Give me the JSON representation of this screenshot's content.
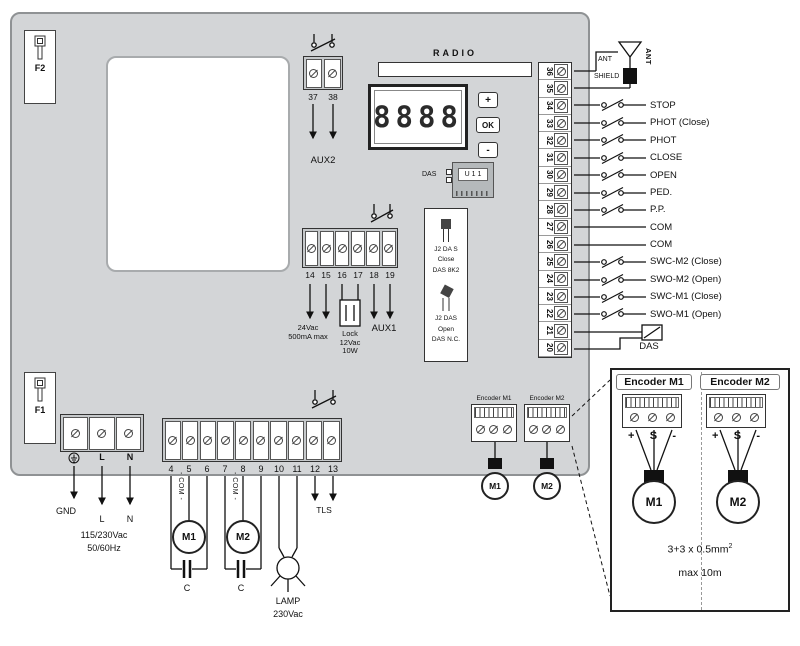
{
  "colors": {
    "board_fill": "#d3d5d7",
    "wire": "#111111"
  },
  "board": {
    "f2": "F2",
    "f1": "F1",
    "radio": "RADIO",
    "display": "8888",
    "btn_plus": "+",
    "btn_ok": "OK",
    "btn_minus": "-",
    "das": "DAS",
    "chip": "U 1 1",
    "aux2": "AUX2",
    "aux2_numbers": [
      "37",
      "38"
    ],
    "mid_numbers": [
      "14",
      "15",
      "16",
      "17",
      "18",
      "19"
    ],
    "v24": [
      "24Vac",
      "500mA max"
    ],
    "lock": [
      "Lock",
      "12Vac",
      "10W"
    ],
    "aux1": "AUX1",
    "jumper_top": [
      "J2 DA S",
      "Close",
      "DAS 8K2"
    ],
    "jumper_bottom": [
      "J2 DAS",
      "Open",
      "DAS N.C."
    ],
    "strip_numbers": [
      "36",
      "35",
      "34",
      "33",
      "32",
      "31",
      "30",
      "29",
      "28",
      "27",
      "26",
      "25",
      "24",
      "23",
      "22",
      "21",
      "20"
    ],
    "power_l": "L",
    "power_n": "N",
    "bottom_numbers": [
      "4",
      "5",
      "6",
      "7",
      "8",
      "9",
      "10",
      "11",
      "12",
      "13"
    ],
    "enc1": "Encoder M1",
    "enc2": "Encoder M2"
  },
  "right": {
    "ant": "ANT",
    "shield": "SHIELD",
    "ant_rot": "ANT",
    "rows_a": [
      "STOP",
      "PHOT (Close)",
      "PHOT",
      "CLOSE",
      "OPEN",
      "PED.",
      "P.P.",
      "COM"
    ],
    "rows_b": [
      "COM",
      "SWC-M2 (Close)",
      "SWO-M2 (Open)",
      "SWC-M1 (Close)",
      "SWO-M1 (Open)"
    ],
    "das": "DAS"
  },
  "bottom": {
    "gnd": "GND",
    "l": "L",
    "n": "N",
    "mains1": "115/230Vac",
    "mains2": "50/60Hz",
    "com1": "- COM -",
    "com2": "- COM -",
    "m1": "M1",
    "m2": "M2",
    "c1": "C",
    "c2": "C",
    "lamp": "LAMP",
    "lamp_v": "230Vac",
    "tls": "TLS"
  },
  "encoder_box": {
    "title1": "Encoder M1",
    "title2": "Encoder M2",
    "plus1": "+",
    "s1": "S",
    "minus1": "-",
    "plus2": "+",
    "s2": "S",
    "minus2": "-",
    "m1": "M1",
    "m2": "M2",
    "spec": "3+3 x 0.5mm",
    "spec_sup": "2",
    "max": "max 10m"
  }
}
